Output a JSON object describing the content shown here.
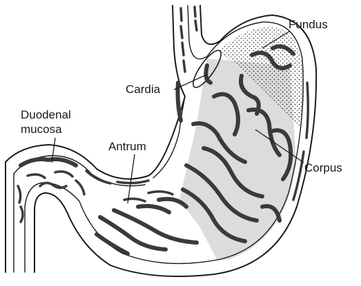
{
  "labels": {
    "fundus": "Fundus",
    "cardia": "Cardia",
    "duodenal_line1": "Duodenal",
    "duodenal_line2": "mucosa",
    "antrum": "Antrum",
    "corpus": "Corpus"
  },
  "colors": {
    "ink": "#1a1a1a",
    "corpus_shade": "#dcdcdc",
    "background": "#ffffff"
  }
}
